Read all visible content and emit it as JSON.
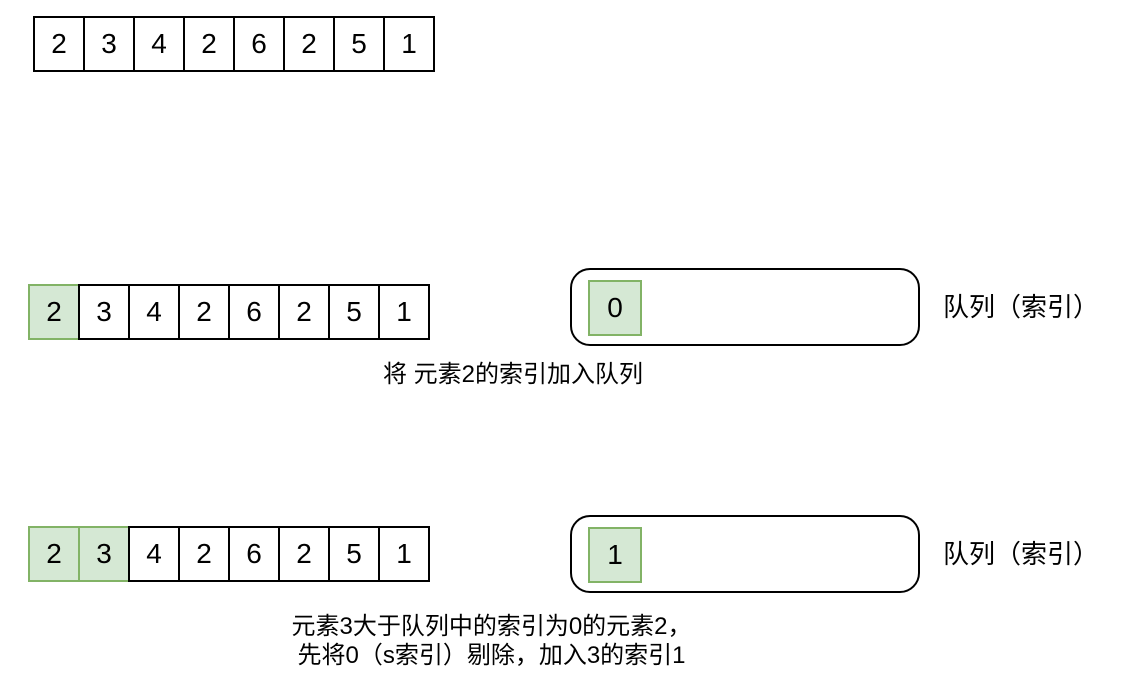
{
  "colors": {
    "highlight_fill": "#d5e8d4",
    "highlight_stroke": "#82b366",
    "stroke": "#000000",
    "background": "#ffffff"
  },
  "sections": {
    "top": {
      "array": [
        "2",
        "3",
        "4",
        "2",
        "6",
        "2",
        "5",
        "1"
      ],
      "highlighted_indices": []
    },
    "step1": {
      "array": [
        "2",
        "3",
        "4",
        "2",
        "6",
        "2",
        "5",
        "1"
      ],
      "highlighted_indices": [
        0
      ],
      "queue_items": [
        "0"
      ],
      "queue_label": "队列（索引）",
      "caption": "将 元素2的索引加入队列"
    },
    "step2": {
      "array": [
        "2",
        "3",
        "4",
        "2",
        "6",
        "2",
        "5",
        "1"
      ],
      "highlighted_indices": [
        0,
        1
      ],
      "queue_items": [
        "1"
      ],
      "queue_label": "队列（索引）",
      "caption_line1": "元素3大于队列中的索引为0的元素2，",
      "caption_line2": "先将0（s索引）剔除，加入3的索引1"
    }
  }
}
